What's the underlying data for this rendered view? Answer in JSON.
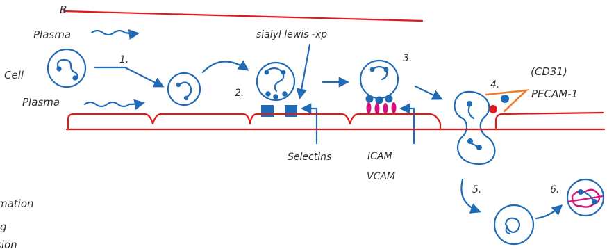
{
  "labels": {
    "b": "B",
    "plasma_top": "Plasma",
    "plasma_bottom": "Plasma",
    "cell": "Cell",
    "sialyl": "sialyl lewis -xp",
    "cd31": "(CD31)",
    "pecam": "PECAM-1",
    "selectins": "Selectins",
    "icam": "ICAM",
    "vcam": "VCAM"
  },
  "steps": [
    "1.",
    "2.",
    "3.",
    "4.",
    "5.",
    "6."
  ],
  "partial_text": [
    "mation",
    "g",
    "sion"
  ],
  "colors": {
    "vessel": "#e01a1a",
    "cell": "#1f6bb5",
    "integrin": "#d4147c",
    "pecam": "#ef7d2e",
    "text": "#2f2f2f"
  }
}
